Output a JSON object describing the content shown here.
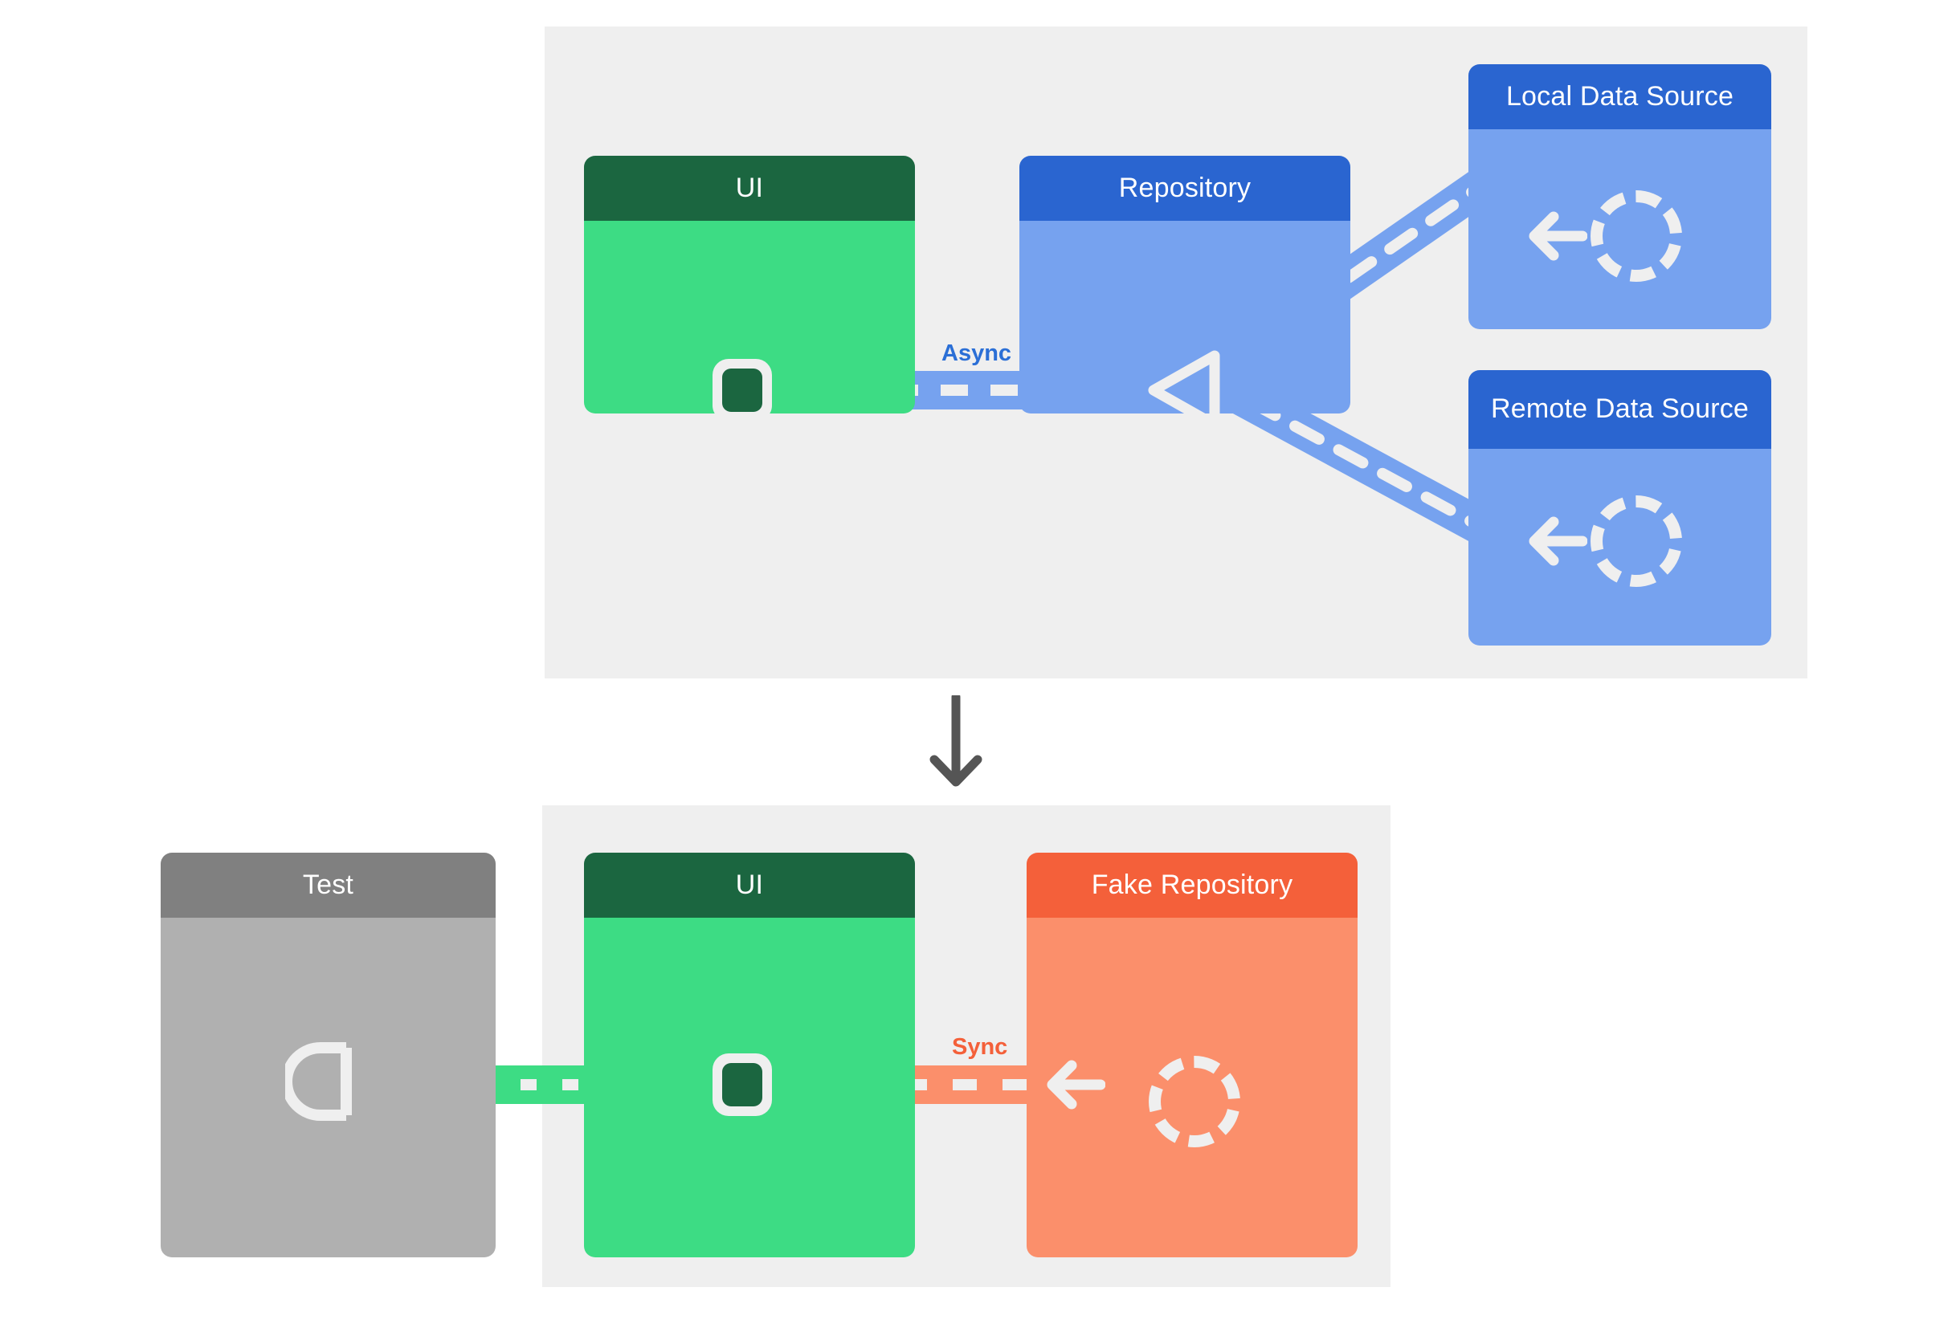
{
  "diagram": {
    "title_present": false,
    "colors": {
      "panel_background": "#efefef",
      "page_background": "#ffffff",
      "ui_header": "#1b6640",
      "ui_body": "#3ddc84",
      "repository_header": "#2a65d0",
      "repository_body": "#76a2ef",
      "fake_repository_header": "#f4603a",
      "fake_repository_body": "#fb8f6b",
      "test_header": "#808080",
      "test_body": "#b0b0b0",
      "async_label": "#2b6fd6",
      "sync_label": "#f4603a",
      "icon_white": "#efefef",
      "flow_arrow": "#555555"
    },
    "top_panel": {
      "cards": [
        {
          "id": "ui",
          "label": "UI",
          "style": "green"
        },
        {
          "id": "repository",
          "label": "Repository",
          "style": "blue"
        },
        {
          "id": "local_data_source",
          "label": "Local Data Source",
          "style": "blue"
        },
        {
          "id": "remote_data_source",
          "label": "Remote Data Source",
          "style": "blue"
        }
      ],
      "edges": [
        {
          "from": "ui",
          "to": "repository",
          "label": "Async",
          "style": "dashed-blue"
        },
        {
          "from": "repository",
          "to": "local_data_source",
          "label": "",
          "style": "dashed-blue"
        },
        {
          "from": "repository",
          "to": "remote_data_source",
          "label": "",
          "style": "dashed-blue"
        }
      ]
    },
    "flow_arrow": {
      "direction": "down"
    },
    "bottom_panel": {
      "cards": [
        {
          "id": "ui",
          "label": "UI",
          "style": "green"
        },
        {
          "id": "fake_repository",
          "label": "Fake Repository",
          "style": "orange"
        }
      ],
      "external_cards": [
        {
          "id": "test",
          "label": "Test",
          "style": "gray"
        }
      ],
      "edges": [
        {
          "from": "test",
          "to": "ui",
          "label": "",
          "style": "dotted-green"
        },
        {
          "from": "fake_repository",
          "to": "ui",
          "label": "Sync",
          "style": "dashed-orange"
        }
      ]
    },
    "icons": {
      "ui_port": "port-square-icon",
      "test_socket": "socket-d-shape-icon",
      "repository_triangle": "triangle-left-icon",
      "data_store_ring": "dashed-circle-icon",
      "data_arrow": "arrow-left-icon",
      "flow": "arrow-down-icon"
    },
    "labels": {
      "ui": "UI",
      "repository": "Repository",
      "local_data_source": "Local Data Source",
      "remote_data_source": "Remote Data Source",
      "test": "Test",
      "fake_repository": "Fake Repository",
      "async": "Async",
      "sync": "Sync"
    }
  }
}
